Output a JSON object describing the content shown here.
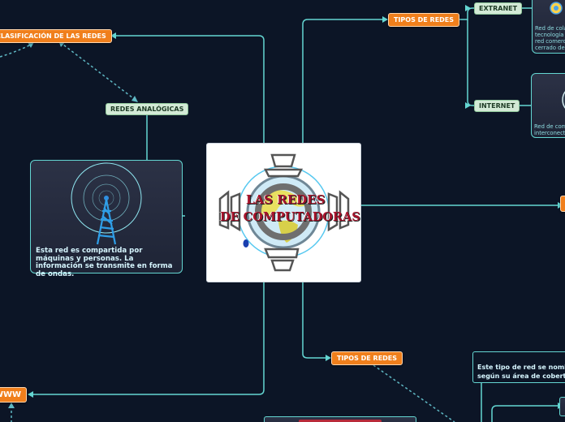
{
  "central": {
    "title_line1": "LAS REDES",
    "title_line2": "DE COMPUTADORAS"
  },
  "nodes": {
    "clasificacion": "CLASIFICACIÓN DE LAS REDES",
    "redes_analogicas": "REDES ANALÓGICAS",
    "tipos_redes_top": "TIPOS DE REDES",
    "tipos_redes_bottom": "TIPOS DE REDES",
    "extranet": "EXTRANET",
    "internet": "INTERNET",
    "www": "WWW"
  },
  "cards": {
    "analogica_desc": "Esta red es compartida por máquinas y personas. La información se transmite en forma de ondas.",
    "extranet_desc": "Red de cola\ntecnología d\nred comerc\ncerrado de",
    "internet_desc": "Red de com\ninterconecta"
  },
  "notes": {
    "cobertura": "Este tipo de red se nomb\nsegún su área de cobert"
  },
  "colors": {
    "background": "#0c1526",
    "link": "#64d6d2",
    "orange_node": "#f07f1c",
    "green_node": "#d3ead6",
    "title": "#a8142c"
  },
  "icons": {
    "tower": "radio-tower-icon",
    "globe": "globe-network-icon"
  }
}
